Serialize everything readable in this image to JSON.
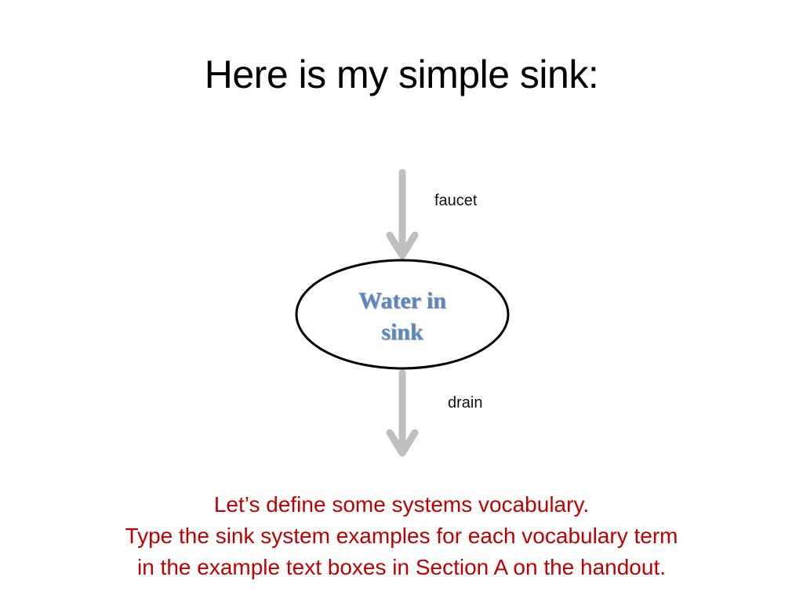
{
  "slide": {
    "title": "Here is my simple sink:"
  },
  "diagram": {
    "node": {
      "line1": "Water in",
      "line2": "sink"
    },
    "inflow_label": "faucet",
    "outflow_label": "drain"
  },
  "instructions": {
    "line1": "Let’s define some systems vocabulary.",
    "line2": "Type the sink system examples for each vocabulary term",
    "line3": "in the example text boxes in Section A on the handout."
  },
  "colors": {
    "arrow": "#bfbfbf",
    "node_text": "#5b86c4",
    "instruction_text": "#c00000"
  }
}
